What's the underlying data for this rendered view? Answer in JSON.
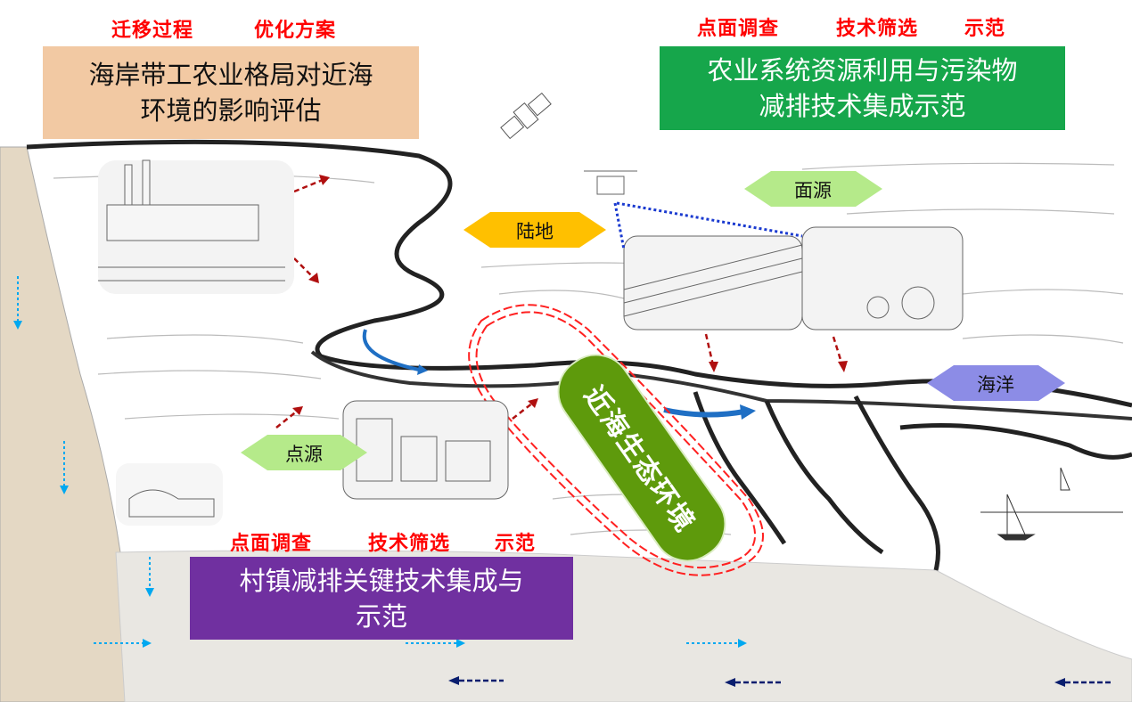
{
  "top_left": {
    "labels": [
      "迁移过程",
      "优化方案"
    ],
    "box_line1": "海岸带工农业格局对近海",
    "box_line2": "环境的影响评估",
    "box_color": "#F2C9A3"
  },
  "top_right": {
    "labels": [
      "点面调查",
      "技术筛选",
      "示范"
    ],
    "box_line1": "农业系统资源利用与污染物",
    "box_line2": "减排技术集成示范",
    "box_color": "#16A64B"
  },
  "bottom": {
    "labels": [
      "点面调查",
      "技术筛选",
      "示范"
    ],
    "box_line1": "村镇减排关键技术集成与",
    "box_line2": "示范",
    "box_color": "#7030A0"
  },
  "diamonds": {
    "land": {
      "label": "陆地",
      "color": "#FFC000"
    },
    "nonpoint": {
      "label": "面源",
      "color": "#B5EA8A"
    },
    "point": {
      "label": "点源",
      "color": "#B5EA8A"
    },
    "ocean": {
      "label": "海洋",
      "color": "#8C8CE6"
    }
  },
  "center": {
    "label": "近海生态环境",
    "color": "#5E9A0C"
  }
}
